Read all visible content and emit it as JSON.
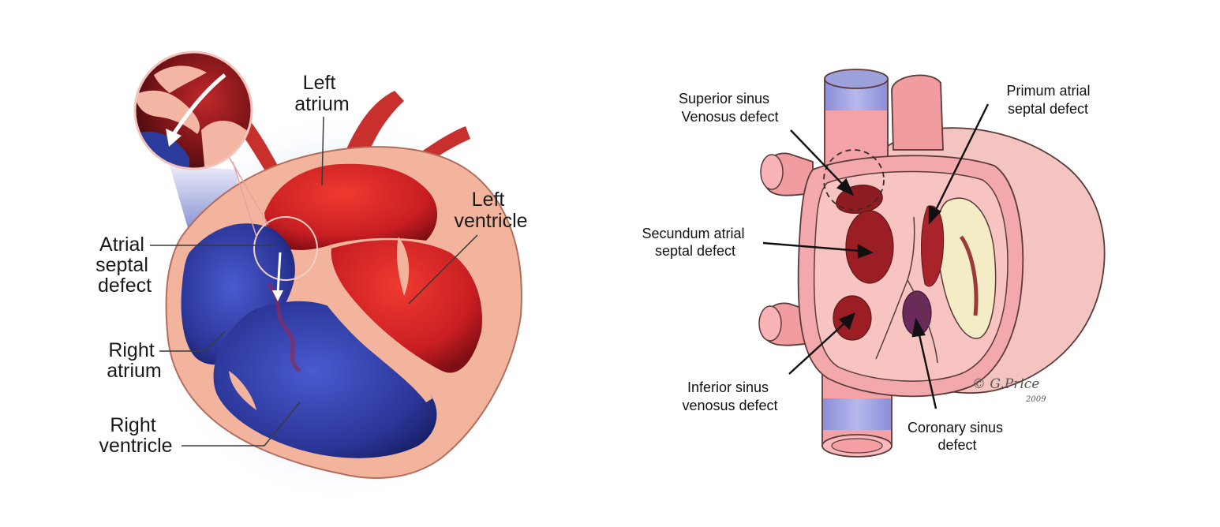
{
  "left_diagram": {
    "labels": {
      "left_atrium": [
        "Left",
        "atrium"
      ],
      "left_ventricle": [
        "Left",
        "ventricle"
      ],
      "atrial_septal_defect": [
        "Atrial",
        "septal",
        "defect"
      ],
      "right_atrium": [
        "Right",
        "atrium"
      ],
      "right_ventricle": [
        "Right",
        "ventricle"
      ]
    }
  },
  "right_diagram": {
    "labels": {
      "superior_sinus": [
        "Superior sinus",
        "Venosus defect"
      ],
      "primum": [
        "Primum atrial",
        "septal defect"
      ],
      "secundum": [
        "Secundum atrial",
        "septal defect"
      ],
      "inferior_sinus": [
        "Inferior sinus",
        "venosus defect"
      ],
      "coronary_sinus": [
        "Coronary sinus",
        "defect"
      ]
    },
    "signature": "© G.Price",
    "signature_year": "2009"
  },
  "colors": {
    "oxygenated": "#d4262a",
    "deoxygenated": "#2c3c9c",
    "heart_wall": "#f2b49c",
    "vessel_pink": "#f19c9f",
    "vein_blue": "#9ea0dc",
    "defect_dark": "#8e1c22"
  }
}
